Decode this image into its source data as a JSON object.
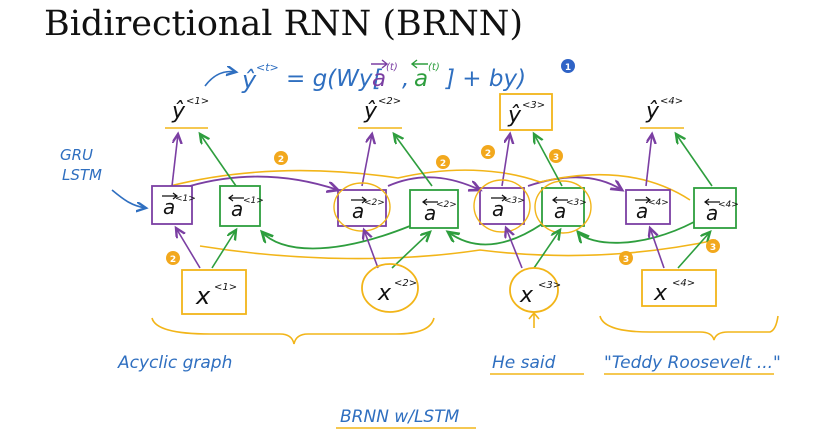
{
  "title": "Bidirectional RNN (BRNN)",
  "formula": {
    "lhs": "ŷ",
    "lhs_sup": "<t>",
    "rhs": "= g(Wy[",
    "fwd": "a",
    "fwd_sup": "(t)",
    "comma": ",",
    "bwd": "a",
    "bwd_sup": "(t)",
    "tail": "] + by)",
    "badge": "1"
  },
  "margin_note": [
    "GRU",
    "LSTM"
  ],
  "timesteps": [
    {
      "y": "ŷ",
      "y_sup": "<1>",
      "fwd": "a",
      "fwd_sup": "<1>",
      "bwd": "a",
      "bwd_sup": "<1>",
      "x": "x",
      "x_sup": "<1>"
    },
    {
      "y": "ŷ",
      "y_sup": "<2>",
      "fwd": "a",
      "fwd_sup": "<2>",
      "bwd": "a",
      "bwd_sup": "<2>",
      "x": "x",
      "x_sup": "<2>"
    },
    {
      "y": "ŷ",
      "y_sup": "<3>",
      "fwd": "a",
      "fwd_sup": "<3>",
      "bwd": "a",
      "bwd_sup": "<3>",
      "x": "x",
      "x_sup": "<3>"
    },
    {
      "y": "ŷ",
      "y_sup": "<4>",
      "fwd": "a",
      "fwd_sup": "<4>",
      "bwd": "a",
      "bwd_sup": "<4>",
      "x": "x",
      "x_sup": "<4>"
    }
  ],
  "badges": [
    "2",
    "2",
    "2",
    "2",
    "3",
    "3",
    "3"
  ],
  "notes": {
    "acyclic": "Acyclic graph",
    "he_said": "He said",
    "teddy": "\"Teddy Roosevelt ...\"",
    "brnn": "BRNN w/LSTM"
  },
  "colors": {
    "ink": "#111111",
    "forward": "#7b3fa3",
    "backward": "#2e9e3e",
    "highlight": "#f2b519",
    "blue": "#2f6fc0",
    "badge_orange": "#f2a81d",
    "badge_blue": "#2f63c6"
  }
}
